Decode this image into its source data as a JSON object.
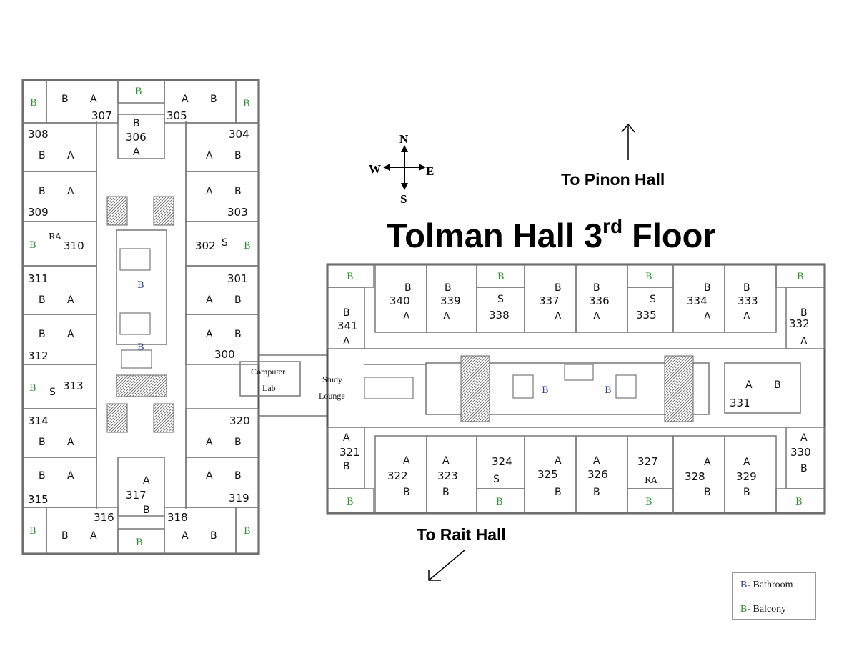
{
  "title": {
    "main": "Tolman Hall 3",
    "sup": "rd",
    "rest": " Floor"
  },
  "directions": {
    "north": "To Pinon Hall",
    "south": "To Rait Hall"
  },
  "compass": {
    "n": "N",
    "s": "S",
    "e": "E",
    "w": "W"
  },
  "legend": {
    "b1": "B",
    "bathroom": "- Bathroom",
    "b2": "B",
    "balcony": "- Balcony",
    "bathroom_color": "#2a3f9f",
    "balcony_color": "#2f8f2f"
  },
  "common": {
    "computer_lab_1": "Computer",
    "computer_lab_2": "Lab",
    "study_1": "Study",
    "study_2": "Lounge"
  },
  "letters": {
    "bed_a": "A",
    "bed_b": "B",
    "shower": "S",
    "ra": "RA"
  },
  "rooms": {
    "r300": "300",
    "r301": "301",
    "r302": "302",
    "r303": "303",
    "r304": "304",
    "r305": "305",
    "r306": "306",
    "r307": "307",
    "r308": "308",
    "r309": "309",
    "r310": "310",
    "r311": "311",
    "r312": "312",
    "r313": "313",
    "r314": "314",
    "r315": "315",
    "r316": "316",
    "r317": "317",
    "r318": "318",
    "r319": "319",
    "r320": "320",
    "r321": "321",
    "r322": "322",
    "r323": "323",
    "r324": "324",
    "r325": "325",
    "r326": "326",
    "r327": "327",
    "r328": "328",
    "r329": "329",
    "r330": "330",
    "r331": "331",
    "r332": "332",
    "r333": "333",
    "r334": "334",
    "r335": "335",
    "r336": "336",
    "r337": "337",
    "r338": "338",
    "r339": "339",
    "r340": "340",
    "r341": "341"
  }
}
